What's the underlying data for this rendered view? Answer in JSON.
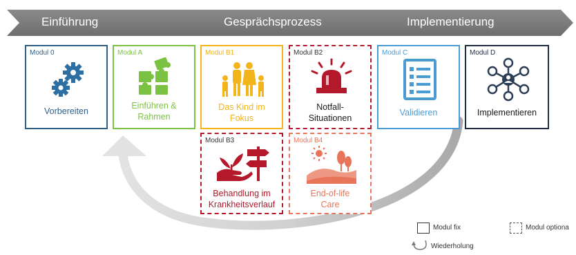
{
  "phases": [
    "Einführung",
    "Gesprächsprozess",
    "Implementierung"
  ],
  "modules": {
    "m0": {
      "label": "Modul 0",
      "text": "Vorbereiten",
      "color": "#2e5f8a"
    },
    "mA": {
      "label": "Modul A",
      "text": "Einführen &\nRahmen",
      "color": "#7cc242"
    },
    "mB1": {
      "label": "Modul B1",
      "text": "Das Kind im\nFokus",
      "color": "#f2b31b"
    },
    "mB2": {
      "label": "Modul B2",
      "text": "Notfall-\nSituationen",
      "color": "#b3192a"
    },
    "mC": {
      "label": "Modul C",
      "text": "Validieren",
      "color": "#4a9bd4"
    },
    "mD": {
      "label": "Modul D",
      "text": "Implementieren",
      "color": "#1d2d44"
    },
    "mB3": {
      "label": "Modul B3",
      "text": "Behandlung im\nKrankheitsverlauf",
      "color": "#b3192a"
    },
    "mB4": {
      "label": "Modul B4",
      "text": "End-of-life\nCare",
      "color": "#e8745a"
    }
  },
  "legend": {
    "fix": "Modul fix",
    "optional": "Modul optiona",
    "repeat": "Wiederholung"
  }
}
